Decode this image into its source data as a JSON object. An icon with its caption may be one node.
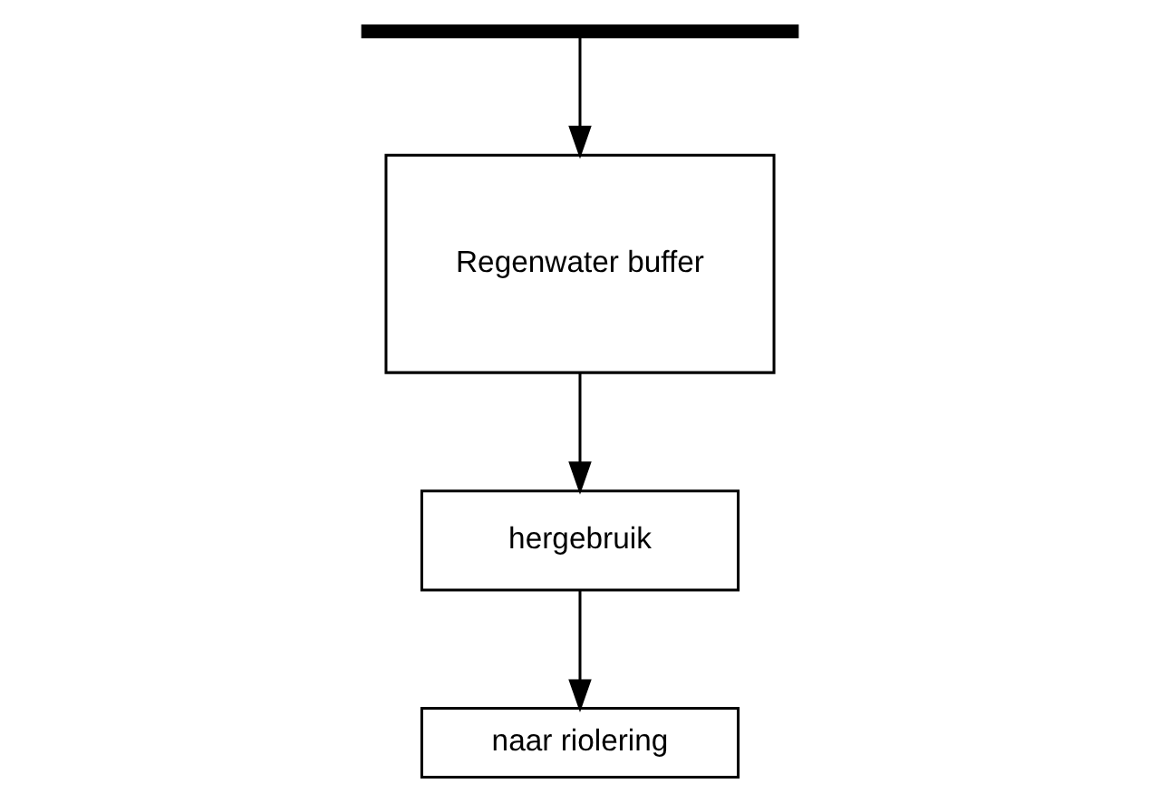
{
  "diagram": {
    "nodes": [
      {
        "text": [],
        "shape": "bar"
      },
      {
        "text": [
          "Regenwater buffer"
        ]
      },
      {
        "text": [
          "hergebruik"
        ]
      },
      {
        "text": [
          "naar riolering"
        ]
      }
    ],
    "edges": [
      {
        "from": 0,
        "to": 1,
        "arrow": "to"
      },
      {
        "from": 1,
        "to": 2,
        "arrow": "to"
      },
      {
        "from": 2,
        "to": 3,
        "arrow": "to"
      }
    ]
  }
}
